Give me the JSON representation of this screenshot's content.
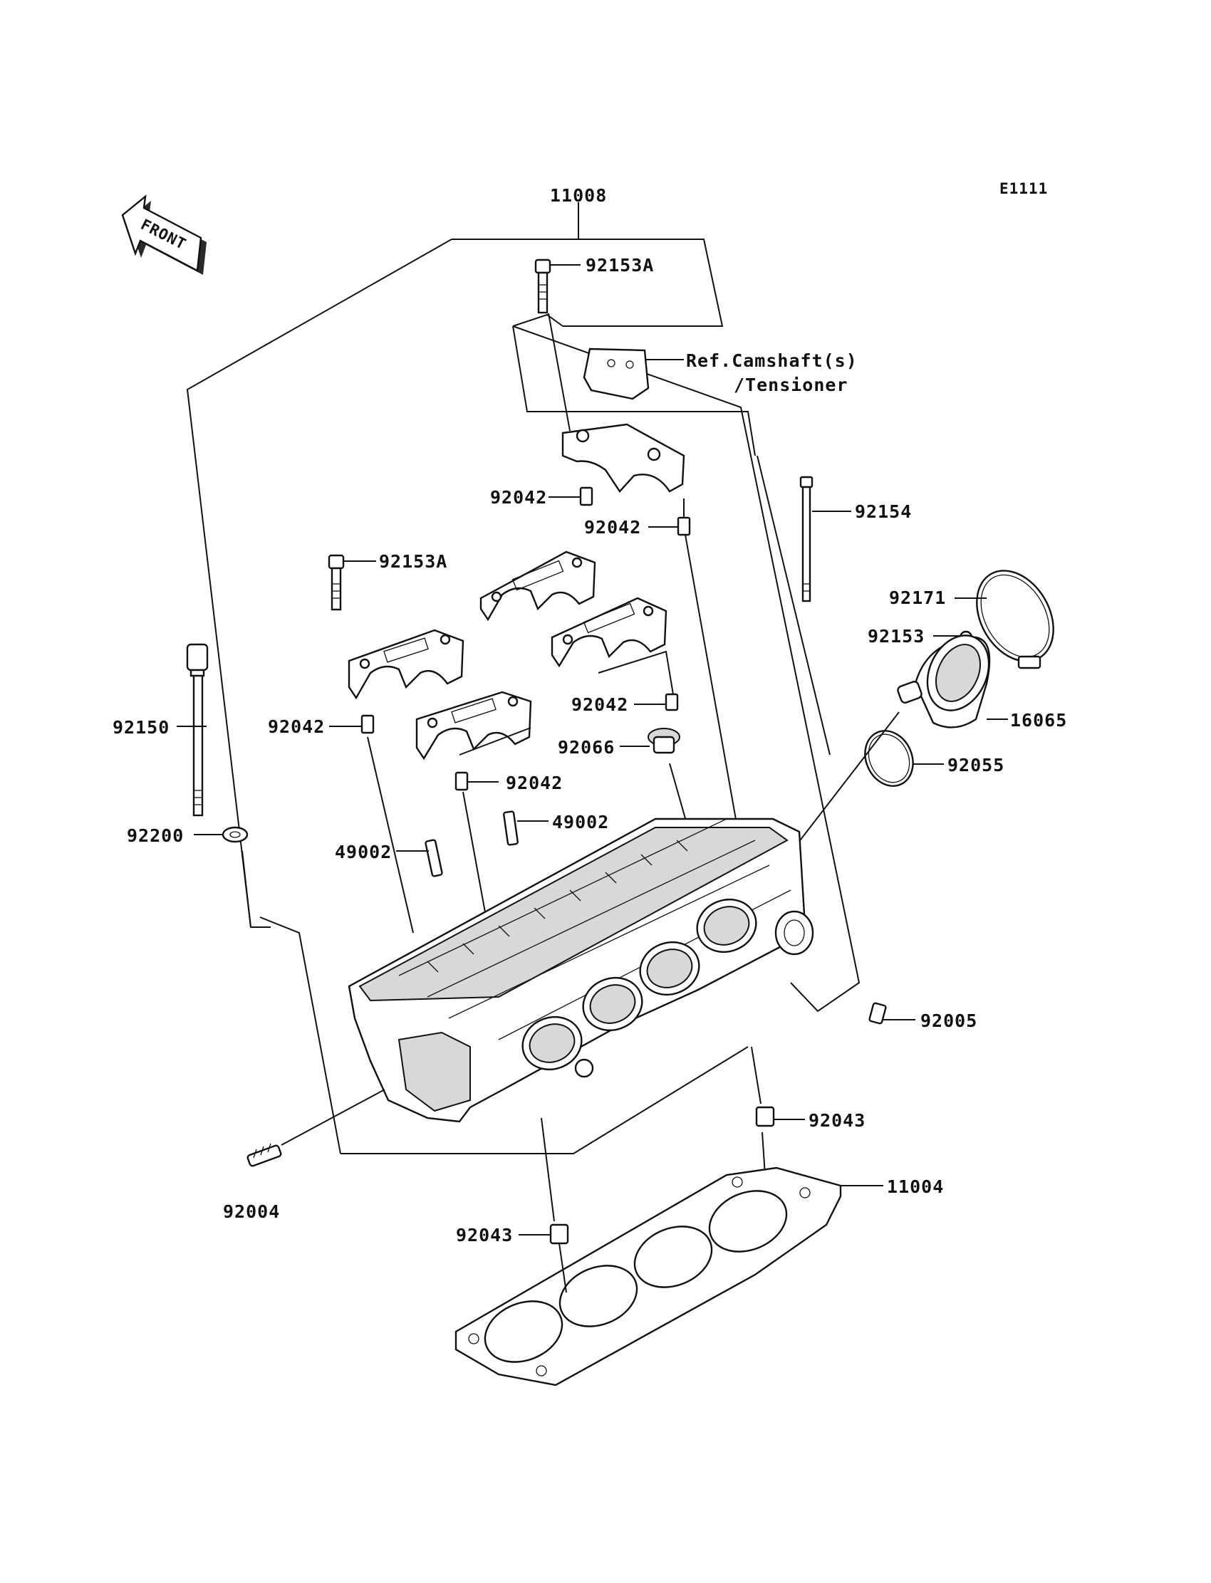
{
  "diagram": {
    "code": "E1111",
    "front_label": "FRONT",
    "ref_line1": "Ref.Camshaft(s)",
    "ref_line2": "/Tensioner",
    "parts": {
      "p11008": "11008",
      "p92153A_top": "92153A",
      "p92042_a": "92042",
      "p92042_b": "92042",
      "p92154": "92154",
      "p92153A_mid": "92153A",
      "p92171": "92171",
      "p92153": "92153",
      "p16065": "16065",
      "p92150": "92150",
      "p92042_c": "92042",
      "p92042_d": "92042",
      "p92066": "92066",
      "p92055": "92055",
      "p92042_e": "92042",
      "p92200": "92200",
      "p49002_a": "49002",
      "p49002_b": "49002",
      "p92005": "92005",
      "p92043_a": "92043",
      "p11004": "11004",
      "p92004": "92004",
      "p92043_b": "92043"
    }
  }
}
